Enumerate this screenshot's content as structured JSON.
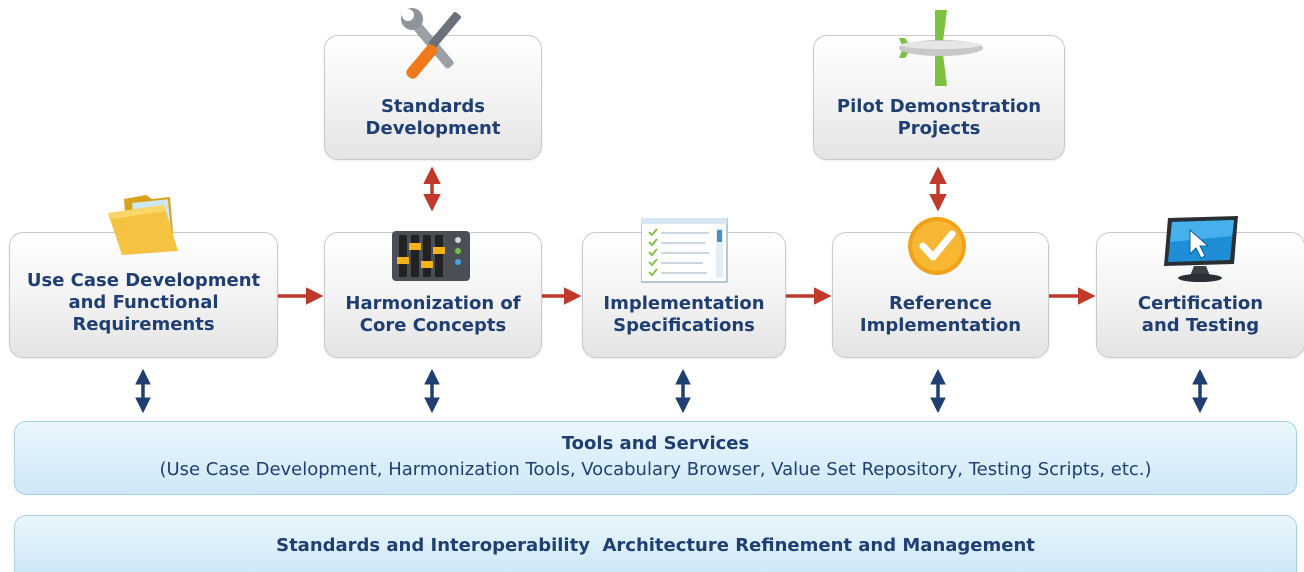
{
  "boxes": {
    "use_case": {
      "line1": "Use Case Development",
      "line2": "and Functional",
      "line3": "Requirements"
    },
    "standards": {
      "line1": "Standards",
      "line2": "Development"
    },
    "harmonization": {
      "line1": "Harmonization of",
      "line2": "Core Concepts"
    },
    "implementation": {
      "line1": "Implementation",
      "line2": "Specifications"
    },
    "pilot": {
      "line1": "Pilot Demonstration",
      "line2": "Projects"
    },
    "reference": {
      "line1": "Reference",
      "line2": "Implementation"
    },
    "certification": {
      "line1": "Certification",
      "line2": "and Testing"
    }
  },
  "bands": {
    "tools": {
      "title": "Tools and Services",
      "subtitle": "(Use Case Development, Harmonization Tools, Vocabulary Browser, Value Set Repository, Testing Scripts, etc.)"
    },
    "architecture": {
      "title": "Standards and Interoperability  Architecture Refinement and Management"
    }
  },
  "icons": [
    "folder-icon",
    "tools-icon",
    "equalizer-icon",
    "checklist-icon",
    "airplane-icon",
    "checkmark-icon",
    "monitor-icon"
  ],
  "colors": {
    "text": "#1f3f73",
    "flow_arrow": "#c0392b",
    "vertical_arrow": "#1f3f73",
    "band": "#cfe8f7"
  }
}
